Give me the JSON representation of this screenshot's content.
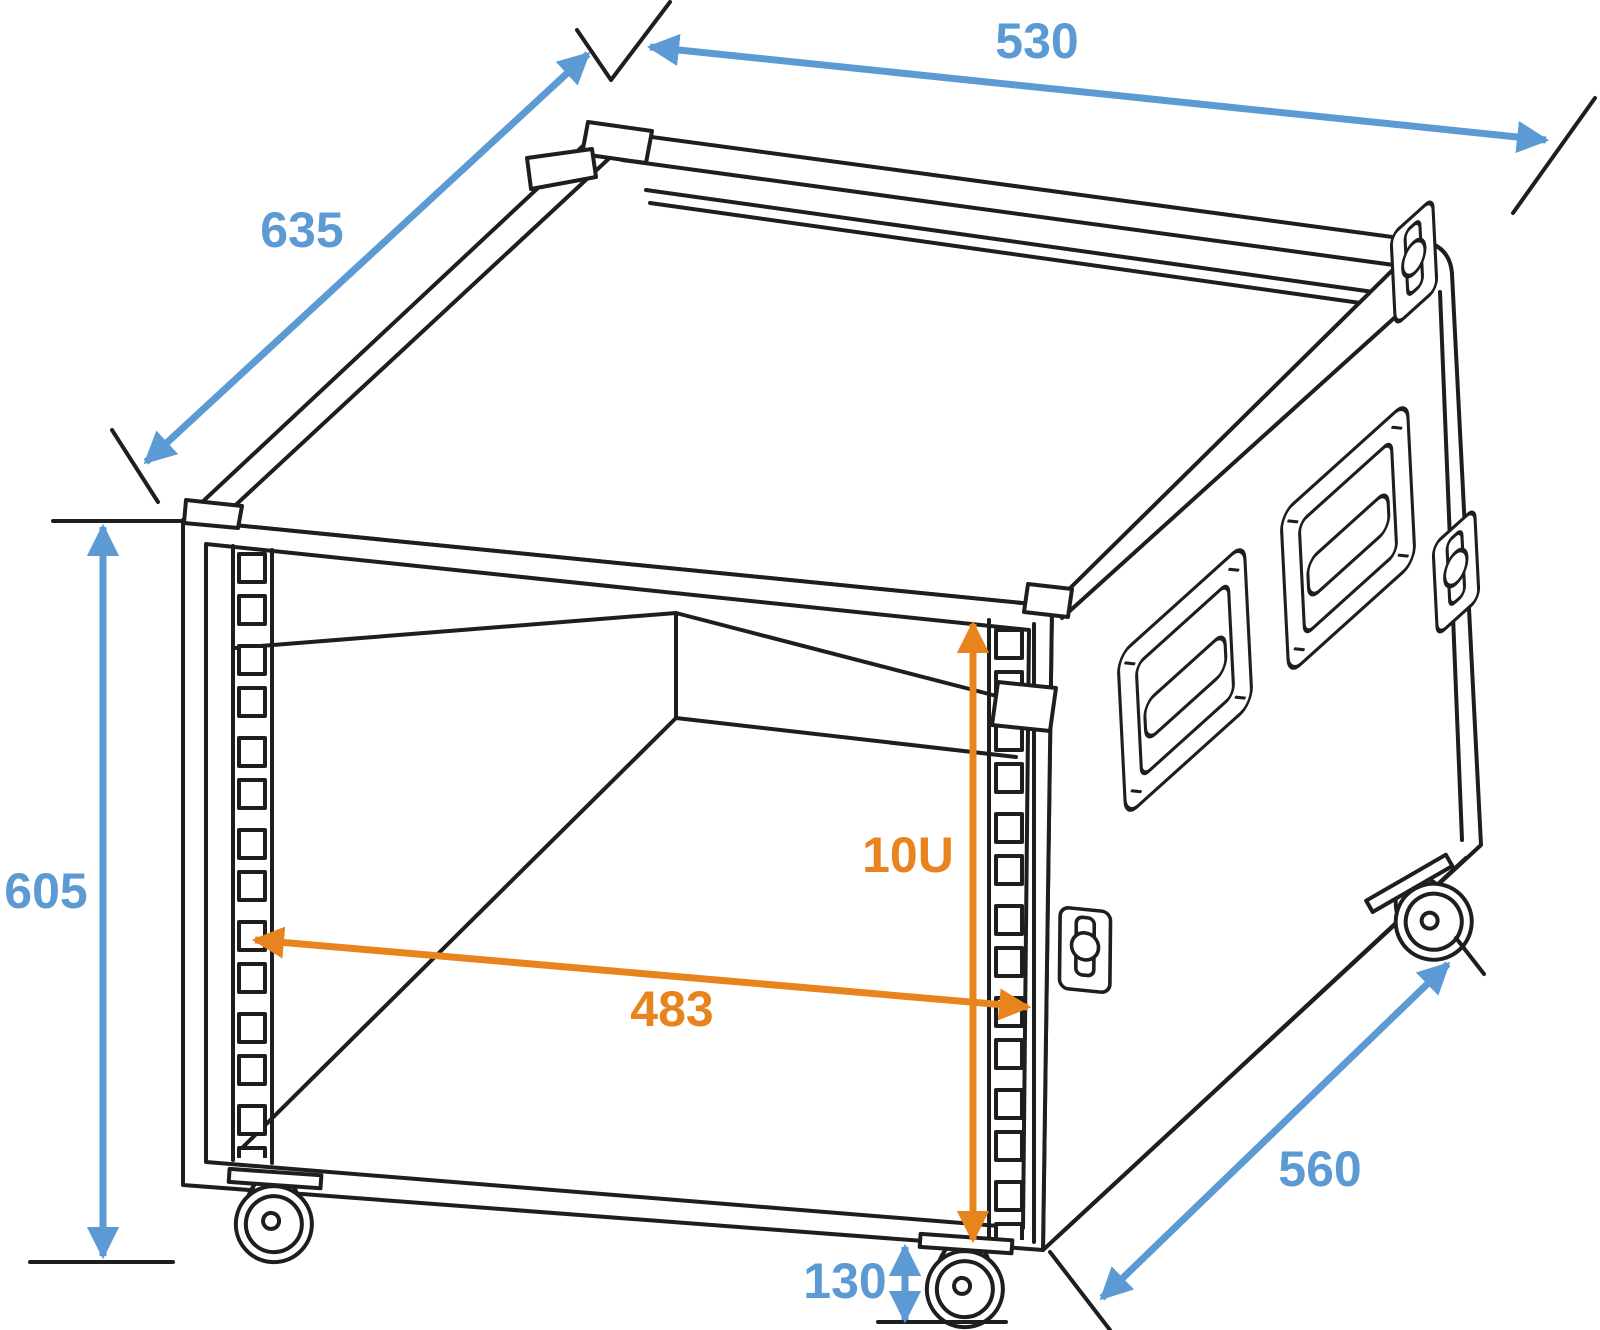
{
  "drawing": {
    "subject": "rack flight case dimension drawing",
    "style": "isometric line drawing, open front with rack rails"
  },
  "colors": {
    "outer_dimension": "#5B9AD3",
    "inner_dimension": "#E8841E",
    "drawing_line": "#1E1E1E",
    "background": "#FFFFFF"
  },
  "dimensions": {
    "top_width": {
      "label": "530"
    },
    "top_depth": {
      "label": "635"
    },
    "overall_height": {
      "label": "605"
    },
    "rack_units_height": {
      "label": "10U"
    },
    "rack_width": {
      "label": "483"
    },
    "side_depth": {
      "label": "560"
    },
    "caster_height": {
      "label": "130"
    }
  }
}
